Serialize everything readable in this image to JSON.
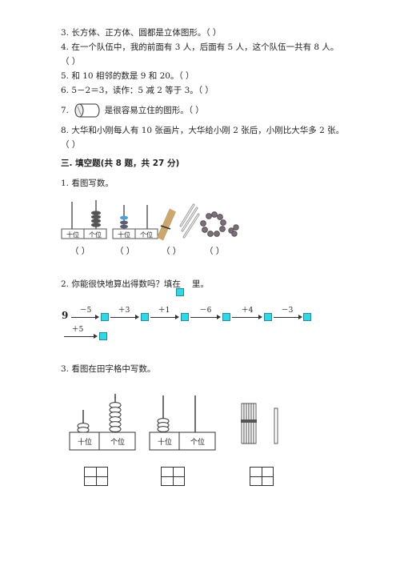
{
  "questions_judge": [
    {
      "text": "3. 长方体、正方体、圆都是立体图形。（        ）"
    },
    {
      "text": "4. 在一个队伍中，我的前面有 3 人，后面有 5 人，这个队伍一共有 8 人。"
    },
    {
      "text": "（        ）"
    },
    {
      "text": "5. 和 10 相邻的数是 9 和 20。（        ）"
    },
    {
      "text": "6. 5－2＝3，读作：5 减 2 等于 3。（        ）"
    },
    {
      "text_prefix": "7.",
      "text_suffix": "是很容易立住的图形。（        ）"
    },
    {
      "text": "8. 大华和小刚每人有 10 张画片，大华给小刚 2 张后，小刚比大华多 2 张。"
    },
    {
      "text": "（        ）"
    }
  ],
  "section3": {
    "title": "三. 填空题(共 8 题，共 27 分)"
  },
  "q1": {
    "prompt": "1. 看图写数。",
    "abacus1_labels": [
      "十位",
      "个位"
    ],
    "abacus2_labels": [
      "十位",
      "个位"
    ],
    "answer_parens": [
      "（        ）",
      "（        ）",
      "（        ）",
      "（        ）"
    ]
  },
  "q2": {
    "prompt_before": "2. 你能很快地算出得数吗？填在",
    "prompt_after": "里。",
    "start": "9",
    "ops": [
      "－5",
      "＋3",
      "＋1",
      "－6",
      "＋4",
      "－3",
      "＋5"
    ]
  },
  "q3": {
    "prompt": "3. 看图在田字格中写数。",
    "abacus1_labels": [
      "十位",
      "个位"
    ],
    "abacus2_labels": [
      "十位",
      "个位"
    ]
  },
  "colors": {
    "answer_box": "#35d6e3",
    "text": "#222222"
  }
}
